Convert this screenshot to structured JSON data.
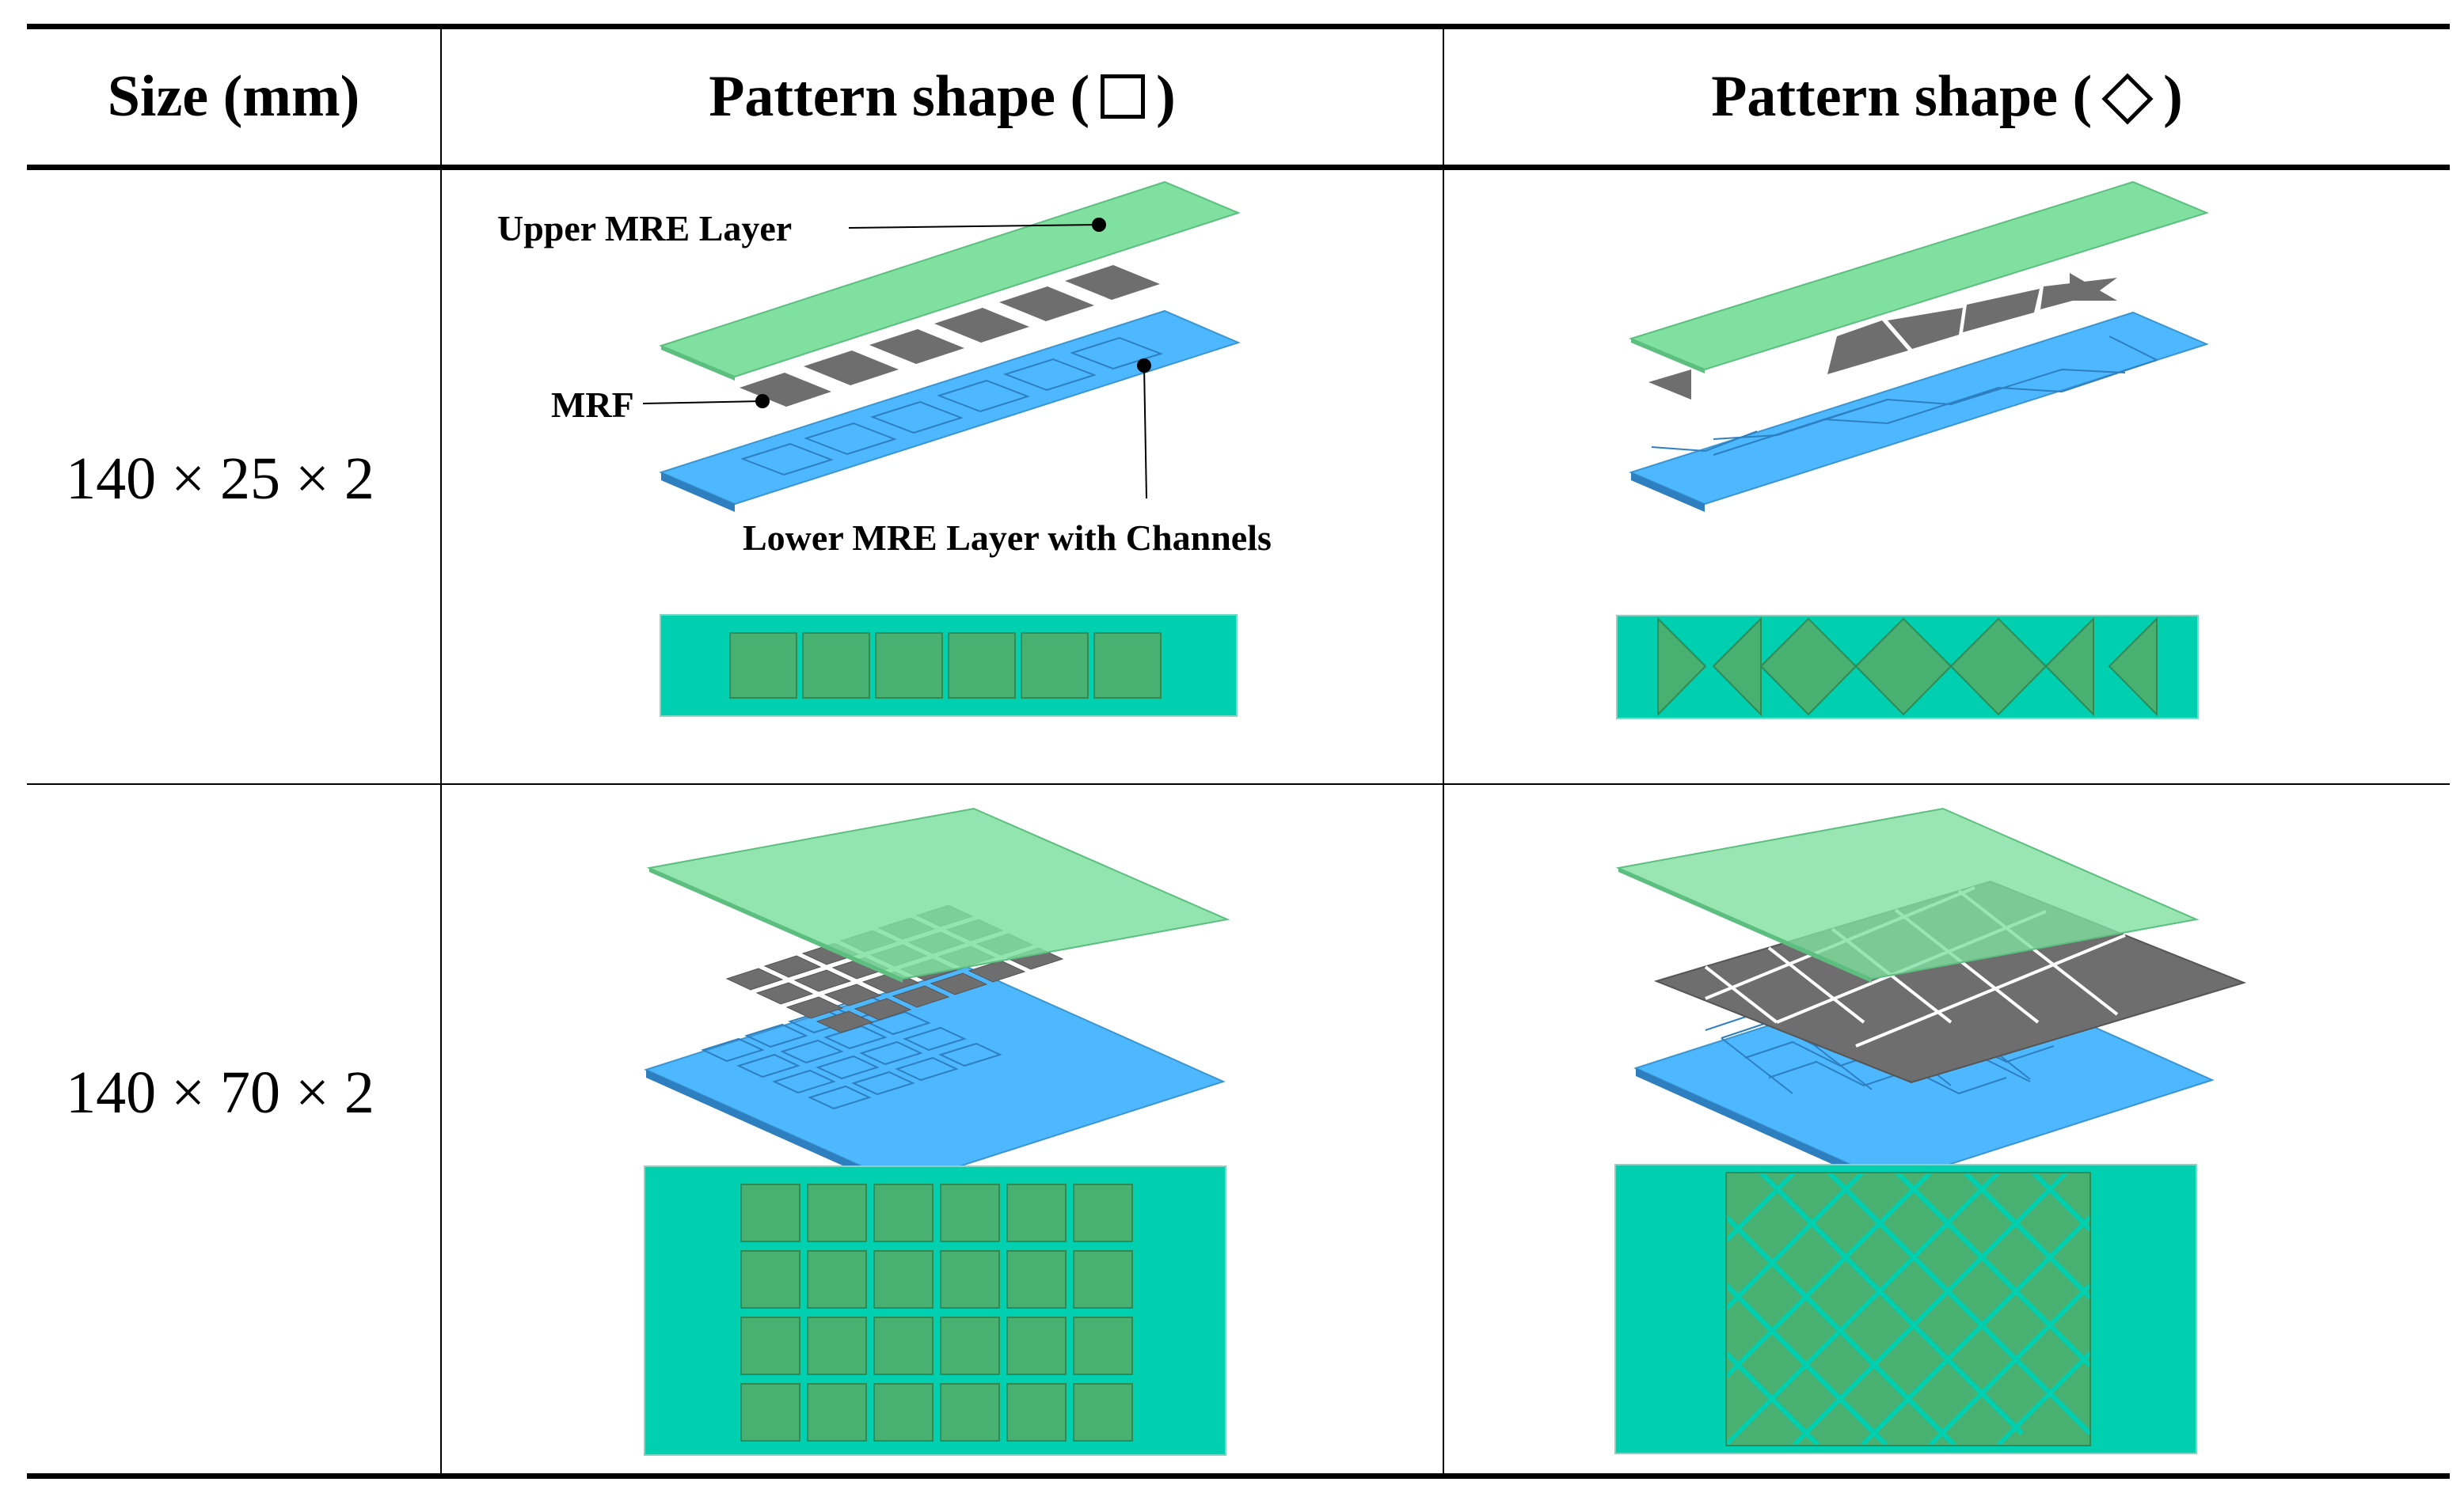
{
  "table": {
    "headers": {
      "size": "Size (mm)",
      "square_prefix": "Pattern shape (",
      "square_suffix": ")",
      "diamond_prefix": "Pattern shape (",
      "diamond_suffix": ")"
    },
    "rows": [
      {
        "size": "140 × 25 × 2"
      },
      {
        "size": "140 × 70 × 2"
      }
    ],
    "callouts": {
      "upper": "Upper MRE Layer",
      "mrf": "MRF",
      "lower": "Lower MRE Layer with Channels"
    }
  },
  "colors": {
    "upper_layer": "#7fe0a0",
    "lower_layer": "#4db8ff",
    "mrf": "#6e6e6e",
    "top_view_bg": "#00cfb0",
    "top_view_pattern": "#48b070"
  }
}
